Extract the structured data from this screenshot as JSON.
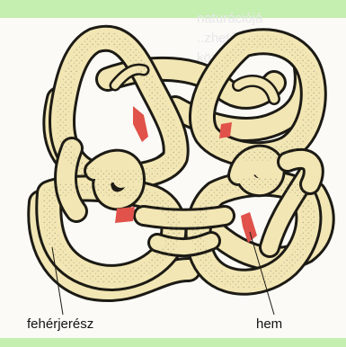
{
  "background_text": "naturációjá\n..zhető.\nközelik\nanu...",
  "labels": {
    "protein": "fehérjerész",
    "heme": "hem"
  },
  "colors": {
    "tube_fill": "#f2e6b4",
    "tube_stroke": "#1c1a14",
    "heme": "#e0524a",
    "strip": "#c5efb0"
  }
}
